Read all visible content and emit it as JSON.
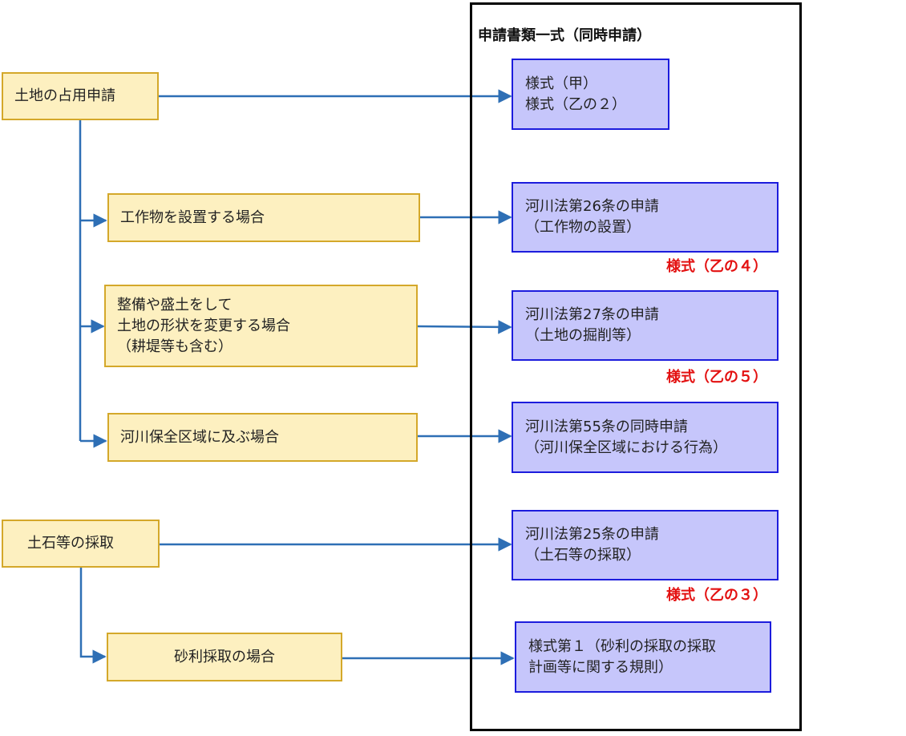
{
  "panel": {
    "title": "申請書類一式（同時申請）"
  },
  "left": {
    "occupancy": "土地の占用申請",
    "structure": "工作物を設置する場合",
    "land_change": [
      "整備や盛土をして",
      "土地の形状を変更する場合",
      "（耕堤等も含む）"
    ],
    "conservation": "河川保全区域に及ぶ場合",
    "soil_extraction": "土石等の採取",
    "gravel": "砂利採取の場合"
  },
  "right": {
    "form_kou": [
      "様式（甲）",
      "様式（乙の２）"
    ],
    "art26": [
      "河川法第26条の申請",
      "（工作物の設置）"
    ],
    "art27": [
      "河川法第27条の申請",
      "（土地の掘削等）"
    ],
    "art55": [
      "河川法第55条の同時申請",
      "（河川保全区域における行為）"
    ],
    "art25": [
      "河川法第25条の申請",
      "（土石等の採取）"
    ],
    "gravel_form": [
      "様式第１（砂利の採取の採取",
      "計画等に関する規則）"
    ]
  },
  "labels": {
    "otsu4": "様式（乙の４）",
    "otsu5": "様式（乙の５）",
    "otsu3": "様式（乙の３）"
  },
  "colors": {
    "yellow_fill": "#fdf0c0",
    "yellow_border": "#d4a82a",
    "blue_fill": "#c6c6fb",
    "blue_border": "#1c1cdd",
    "arrow": "#2e6fb5",
    "red_text": "#e31010"
  }
}
